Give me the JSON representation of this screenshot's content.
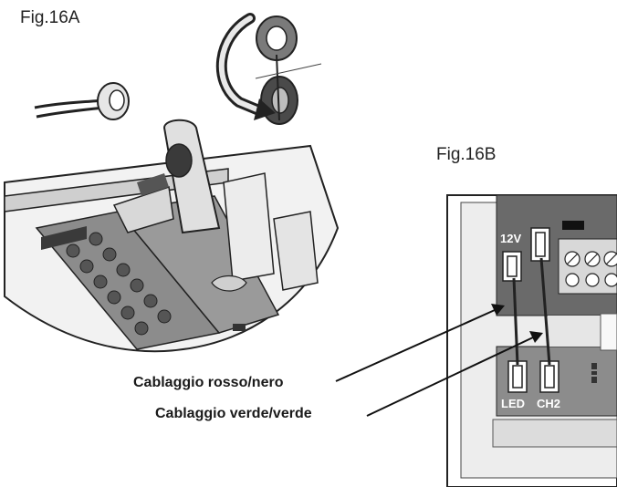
{
  "figures": {
    "fig_a": {
      "label": "Fig.16A"
    },
    "fig_b": {
      "label": "Fig.16B",
      "connectors": {
        "top_left": "12V",
        "bottom_left": "LED",
        "bottom_right": "CH2"
      }
    }
  },
  "callouts": {
    "red_black": "Cablaggio rosso/nero",
    "green_green": "Cablaggio verde/verde"
  },
  "colors": {
    "line": "#222222",
    "panel_gray": "#8c8c8c",
    "panel_light": "#dcdcdc",
    "dark_block": "#5a5a5a"
  }
}
